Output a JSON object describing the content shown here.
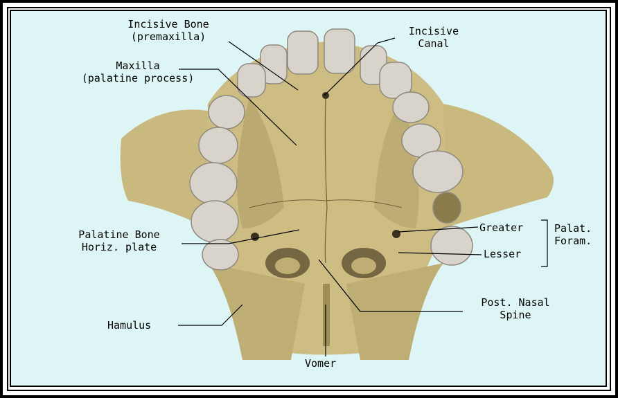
{
  "labels": {
    "incisive_bone": "Incisive Bone\n(premaxilla)",
    "incisive_canal": "Incisive\nCanal",
    "maxilla": "Maxilla\n(palatine process)",
    "palatine_bone": "Palatine Bone\nHoriz. plate",
    "greater": "Greater",
    "lesser": "Lesser",
    "palat_foram": "Palat.\nForam.",
    "post_nasal_spine": "Post. Nasal\nSpine",
    "hamulus": "Hamulus",
    "vomer": "Vomer"
  },
  "colors": {
    "background": "#ddf5f5",
    "bone": "#cdbd83",
    "bone_shadow": "#9e8d57",
    "bone_dark": "#6e5f34",
    "tooth": "#d8d4cc",
    "tooth_shadow": "#9c978d",
    "leader": "#000000"
  }
}
